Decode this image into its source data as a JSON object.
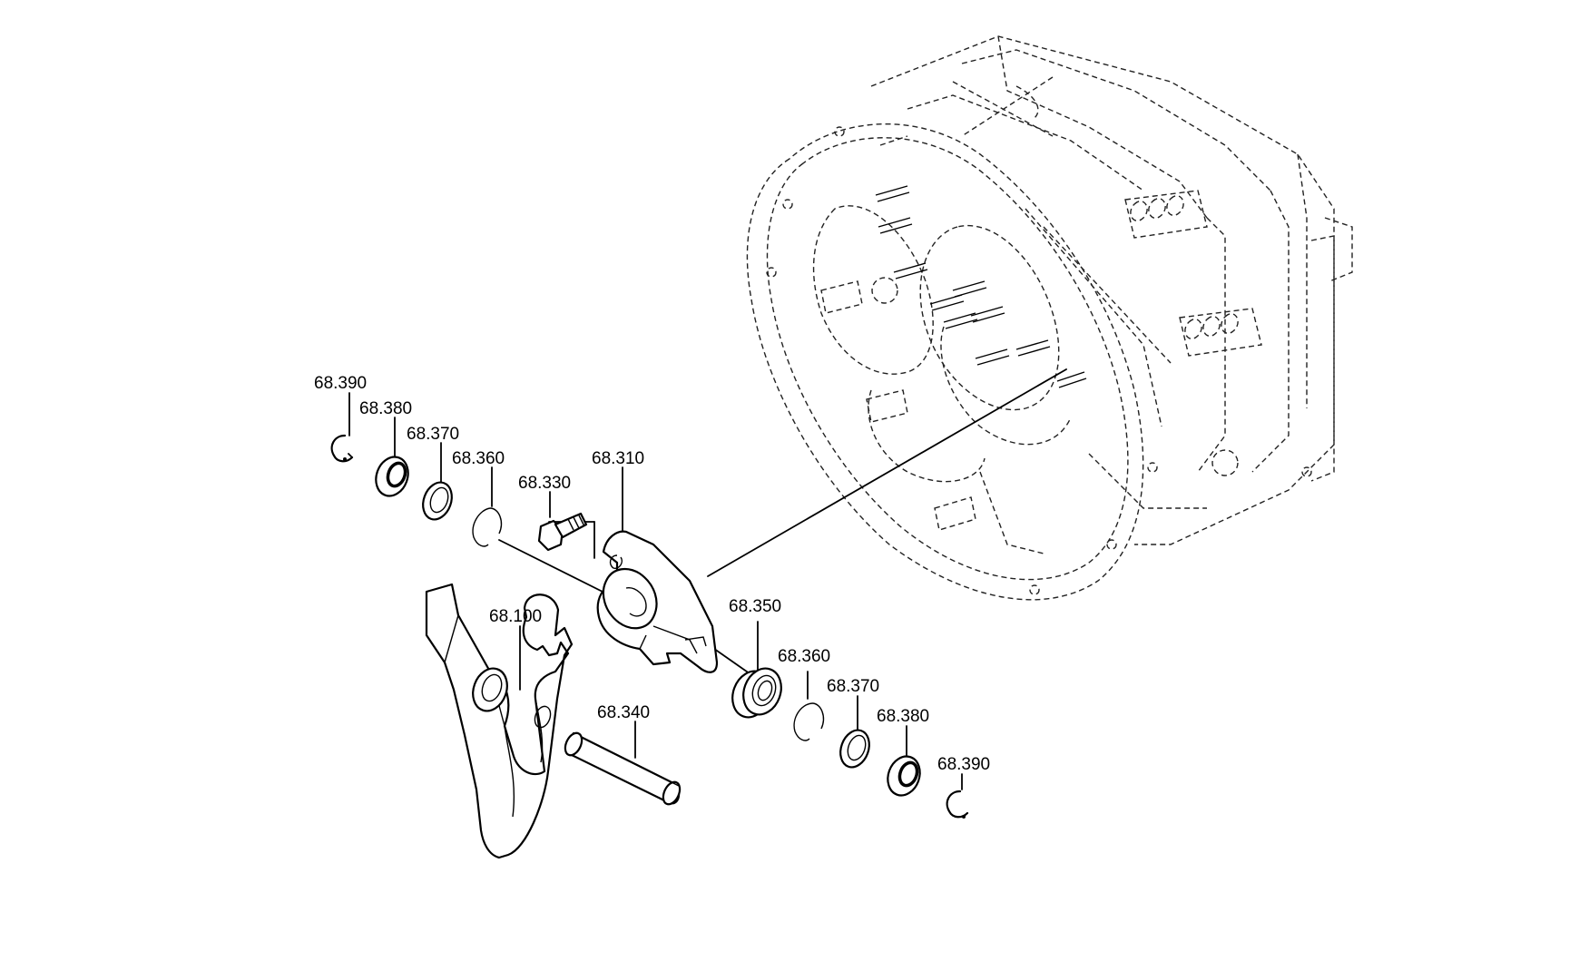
{
  "diagram": {
    "labels": {
      "p68390_top": "68.390",
      "p68380_top": "68.380",
      "p68370_top": "68.370",
      "p68360_top": "68.360",
      "p68330": "68.330",
      "p68310": "68.310",
      "p68100": "68.100",
      "p68350": "68.350",
      "p68360_bottom": "68.360",
      "p68370_bottom": "68.370",
      "p68340": "68.340",
      "p68380_bottom": "68.380",
      "p68390_bottom": "68.390"
    }
  }
}
